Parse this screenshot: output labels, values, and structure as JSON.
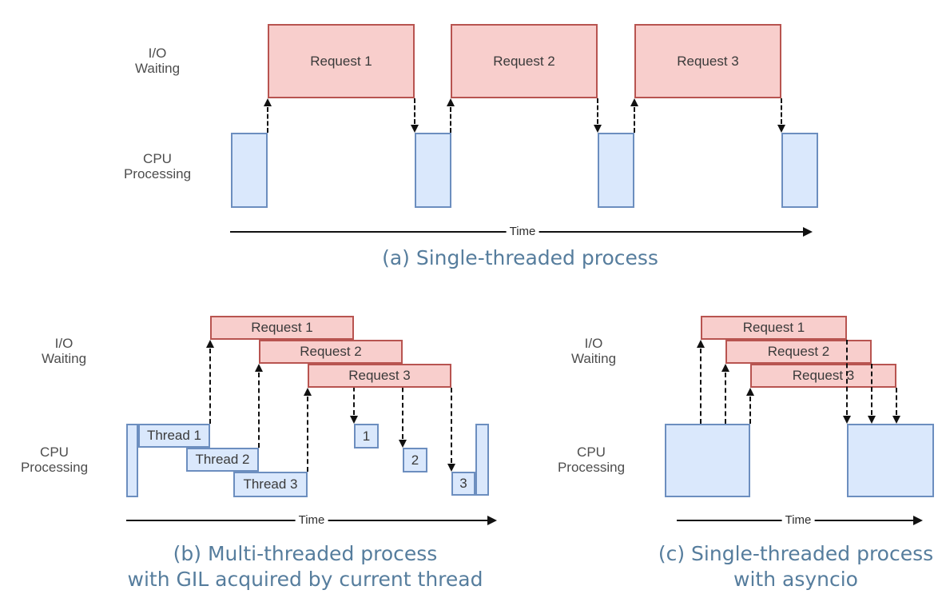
{
  "colors": {
    "background": "#ffffff",
    "request_fill": "#f8cecc",
    "request_border": "#b85450",
    "cpu_fill": "#dae8fc",
    "cpu_border": "#6c8ebf",
    "caption_text": "#567d9d",
    "row_label_text": "#4d4d4d",
    "arrow": "#111111"
  },
  "diagram_a": {
    "io_label": [
      "I/O",
      "Waiting"
    ],
    "cpu_label": [
      "CPU",
      "Processing"
    ],
    "requests": [
      "Request 1",
      "Request 2",
      "Request 3"
    ],
    "time_label": "Time",
    "caption": "(a) Single-threaded process"
  },
  "diagram_b": {
    "io_label": [
      "I/O",
      "Waiting"
    ],
    "cpu_label": [
      "CPU",
      "Processing"
    ],
    "requests": [
      "Request 1",
      "Request 2",
      "Request 3"
    ],
    "threads": [
      "Thread 1",
      "Thread 2",
      "Thread 3"
    ],
    "cpu_slices": [
      "1",
      "2",
      "3"
    ],
    "time_label": "Time",
    "caption_line1": "(b) Multi-threaded process",
    "caption_line2": "with GIL acquired by current thread"
  },
  "diagram_c": {
    "io_label": [
      "I/O",
      "Waiting"
    ],
    "cpu_label": [
      "CPU",
      "Processing"
    ],
    "requests": [
      "Request 1",
      "Request 2",
      "Request 3"
    ],
    "time_label": "Time",
    "caption_line1": "(c) Single-threaded process",
    "caption_line2": "with asyncio"
  }
}
